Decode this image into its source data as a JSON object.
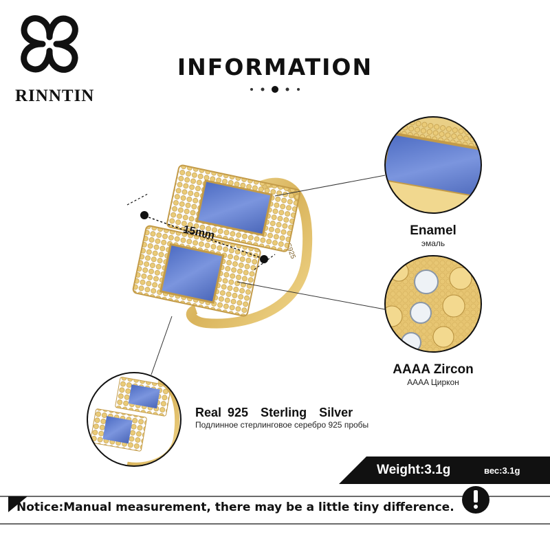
{
  "brand": {
    "name": "RINNTIN"
  },
  "header": {
    "title": "INFORMATION"
  },
  "measurement": {
    "value": "15mm"
  },
  "features": [
    {
      "name": "Enamel",
      "name_ru": "эмаль"
    },
    {
      "name": "AAAA Zircon",
      "name_ru": "AAAA Циркон"
    },
    {
      "name": "Real 925  Sterling  Silver",
      "name_ru": "Подлинное стерлинговое серебро 925 пробы"
    }
  ],
  "ring": {
    "stamp": "S925"
  },
  "weight": {
    "label": "Weight:3.1g",
    "label_ru": "вес:3.1g"
  },
  "notice": {
    "text": "Notice:Manual measurement, there may be a little tiny difference.",
    "icon": "exclamation-icon"
  },
  "colors": {
    "gold": "#e6c56f",
    "enamel": "#5a79c9",
    "black": "#111111"
  }
}
